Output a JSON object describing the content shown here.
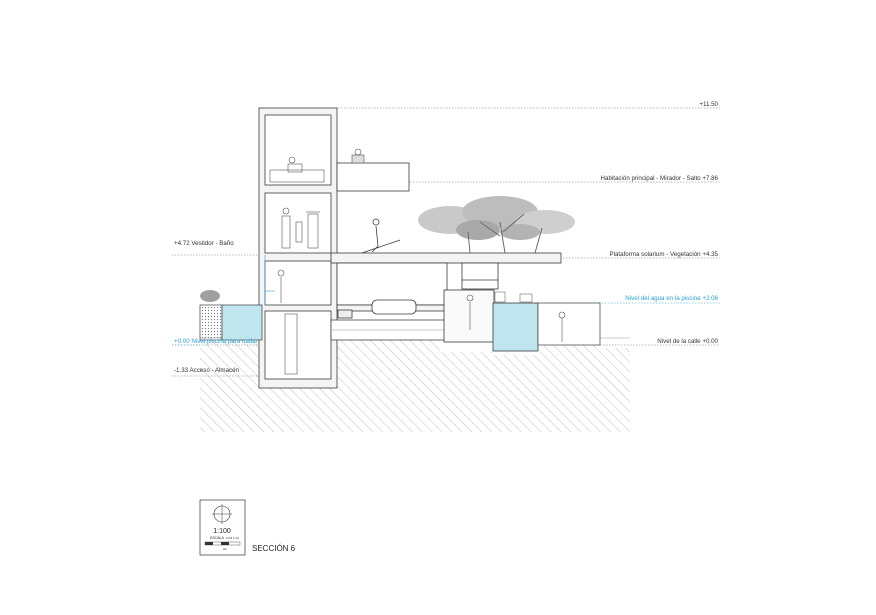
{
  "levels": {
    "top": "+11.50",
    "bedroom": "Habitación principal - Mirador - Salto +7.86",
    "dressing": "+4.72 Vestidor - Baño",
    "solarium": "Plataforma solarium - Vegetación +4.35",
    "pool_water": "Nivel del agua en la piscina +2.06",
    "street": "Nivel de la calle +0.00",
    "swim_pool": "+0.00 Nivel piscina para nadar",
    "access": "-1.33 Acceso - Almacén"
  },
  "scale_box": {
    "ratio": "1:100",
    "label": "ESCALA",
    "sub": "0 0.5 1 2m",
    "bar_mark": "2m"
  },
  "title": "SECCIÓN 6",
  "colors": {
    "line": "#3a3a3a",
    "water": "#bfe6ee",
    "water_line": "#2aa3d6",
    "hatch": "#9a9a9a",
    "wall_fill": "#ececec"
  }
}
